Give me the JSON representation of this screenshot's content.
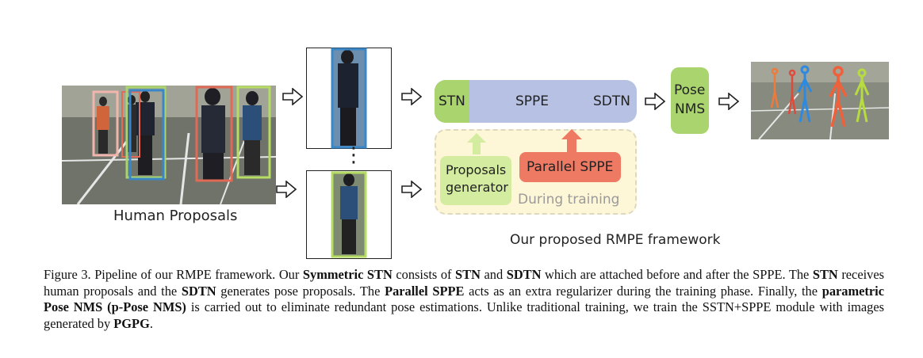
{
  "diagram": {
    "labels": {
      "human_proposals": "Human Proposals",
      "stn": "STN",
      "sppe": "SPPE",
      "sdtn": "SDTN",
      "pose_nms_line1": "Pose",
      "pose_nms_line2": "NMS",
      "proposals_generator_line1": "Proposals",
      "proposals_generator_line2": "generator",
      "parallel_sppe": "Parallel SPPE",
      "during_training": "During training",
      "framework": "Our proposed RMPE framework",
      "ellipsis": "⋮"
    },
    "colors": {
      "stn_green": "#a9d46e",
      "sppe_blue": "#b7c1e3",
      "parallel_sppe_red": "#ef7a64",
      "training_bg": "#fdf6d7",
      "generator_green": "#d4ec9f"
    }
  },
  "caption": {
    "figure_label": "Figure 3. Pipeline of our RMPE framework.",
    "t1": " Our ",
    "b1": "Symmetric STN",
    "t2": " consists of ",
    "b2": "STN",
    "t3": " and ",
    "b3": "SDTN",
    "t4": " which are attached before and after the SPPE. The ",
    "b4": "STN",
    "t5": " receives human proposals and the ",
    "b5": "SDTN",
    "t6": " generates pose proposals. The ",
    "b6": "Parallel SPPE",
    "t7": " acts as an extra regularizer during the training phase. Finally, the ",
    "b7": "parametric Pose NMS (p-Pose NMS)",
    "t8": " is carried out to eliminate redundant pose estimations. Unlike traditional training, we train the SSTN+SPPE module with images generated by ",
    "b8": "PGPG",
    "t9": "."
  }
}
